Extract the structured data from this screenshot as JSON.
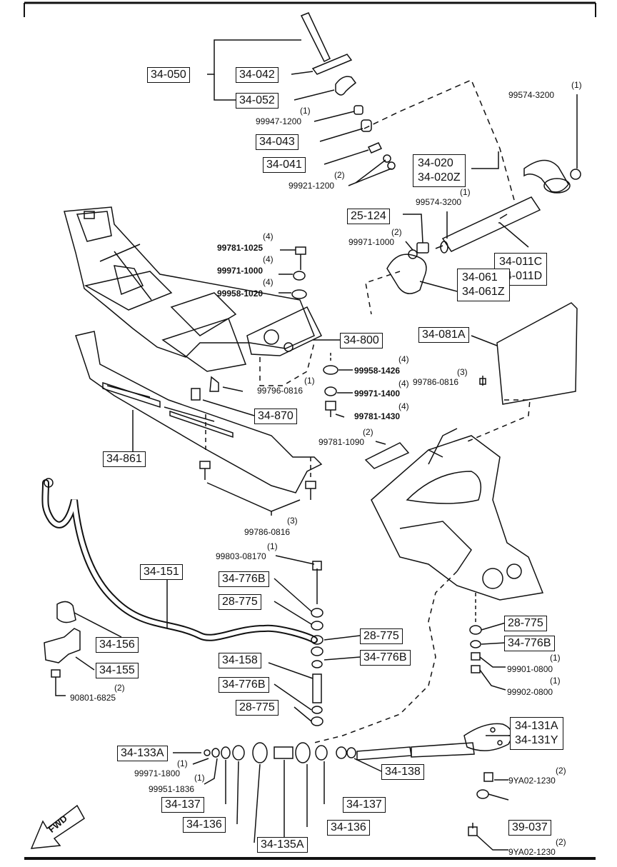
{
  "boxes": {
    "b34_050": "34-050",
    "b34_042": "34-042",
    "b34_052": "34-052",
    "b34_043": "34-043",
    "b34_041": "34-041",
    "b34_020": "34-020",
    "b34_020Z": "34-020Z",
    "b25_124": "25-124",
    "b34_011C": "34-011C",
    "b34_011D": "34-011D",
    "b34_061": "34-061",
    "b34_061Z": "34-061Z",
    "b34_800": "34-800",
    "b34_081A": "34-081A",
    "b34_870": "34-870",
    "b34_861": "34-861",
    "b34_151": "34-151",
    "b34_776B_a": "34-776B",
    "b28_775_a": "28-775",
    "b28_775_b": "28-775",
    "b34_776B_b": "34-776B",
    "b34_158": "34-158",
    "b34_776B_c": "34-776B",
    "b28_775_c": "28-775",
    "b34_156": "34-156",
    "b34_155": "34-155",
    "b28_775_d": "28-775",
    "b34_776B_d": "34-776B",
    "b34_131A": "34-131A",
    "b34_131Y": "34-131Y",
    "b34_133A": "34-133A",
    "b34_138": "34-138",
    "b34_137_a": "34-137",
    "b34_137_b": "34-137",
    "b34_136_a": "34-136",
    "b34_136_b": "34-136",
    "b34_135A": "34-135A",
    "b39_037": "39-037"
  },
  "parts": {
    "p99947_1200": "99947-1200",
    "p99921_1200": "99921-1200",
    "p99574_3200_a": "99574-3200",
    "p99574_3200_b": "99574-3200",
    "p99971_1000_a": "99971-1000",
    "p99781_1025": "99781-1025",
    "p99971_1000_b": "99971-1000",
    "p99958_1020": "99958-1020",
    "p99958_1426": "99958-1426",
    "p99971_1400": "99971-1400",
    "p99781_1430": "99781-1430",
    "p99796_0816": "99796-0816",
    "p99786_0816_a": "99786-0816",
    "p99781_1090": "99781-1090",
    "p99786_0816_b": "99786-0816",
    "p99803_08170": "99803-08170",
    "p90801_6825": "90801-6825",
    "p99901_0800": "99901-0800",
    "p99902_0800": "99902-0800",
    "p99971_1800": "99971-1800",
    "p99951_1836": "99951-1836",
    "p9YA02_1230_a": "9YA02-1230",
    "p9YA02_1230_b": "9YA02-1230"
  },
  "qty": {
    "q1": "(1)",
    "q2": "(2)",
    "q3": "(1)",
    "q4": "(1)",
    "q5": "(2)",
    "q6": "(4)",
    "q7": "(4)",
    "q8": "(4)",
    "q9": "(4)",
    "q10": "(4)",
    "q11": "(4)",
    "q12": "(1)",
    "q13": "(3)",
    "q14": "(2)",
    "q15": "(3)",
    "q16": "(1)",
    "q17": "(2)",
    "q18": "(1)",
    "q19": "(1)",
    "q20": "(1)",
    "q21": "(1)",
    "q22": "(2)",
    "q23": "(2)"
  },
  "fwd": "FWD"
}
